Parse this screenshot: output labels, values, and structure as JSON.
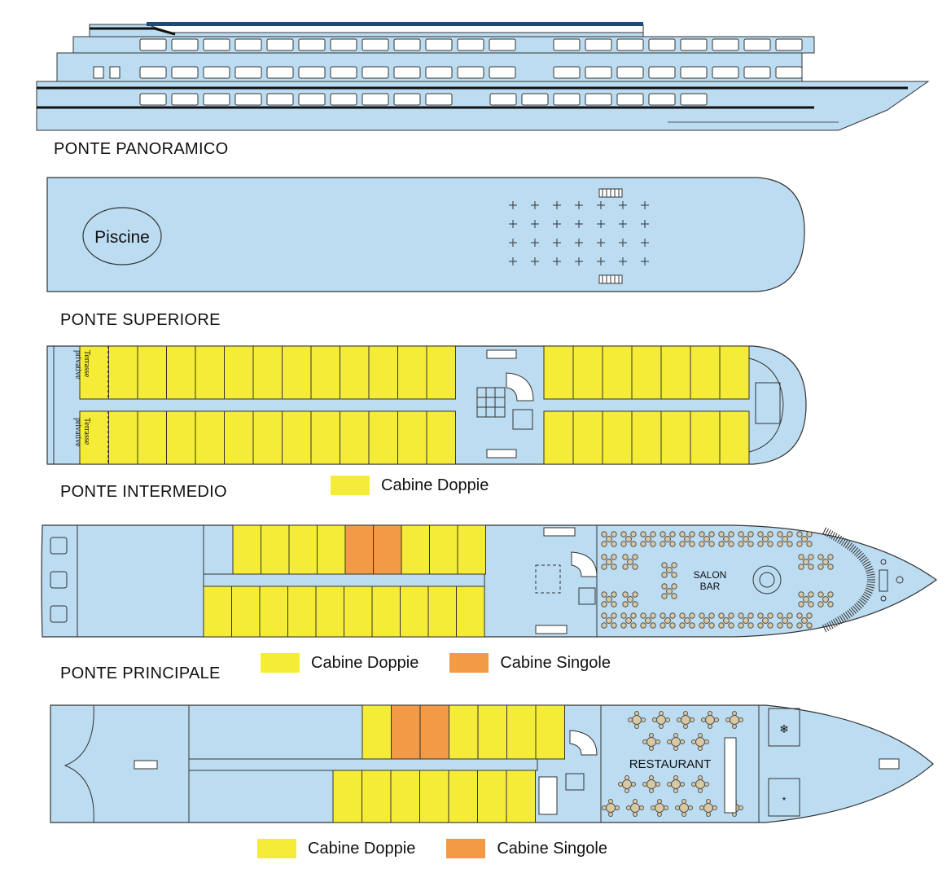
{
  "decks": {
    "panoramico": "PONTE PANORAMICO",
    "superiore": "PONTE SUPERIORE",
    "intermedio": "PONTE INTERMEDIO",
    "principale": "PONTE PRINCIPALE"
  },
  "labels": {
    "piscine": "Piscine",
    "terrasse_line1": "Terrasse",
    "terrasse_line2": "privative",
    "salon": "SALON",
    "bar": "BAR",
    "restaurant": "RESTAURANT"
  },
  "legend": {
    "double": "Cabine Doppie",
    "single": "Cabine Singole"
  },
  "colors": {
    "hull": "#bcdcf2",
    "double_cabin": "#f5ec37",
    "single_cabin": "#f29a45",
    "outline": "#333333"
  }
}
